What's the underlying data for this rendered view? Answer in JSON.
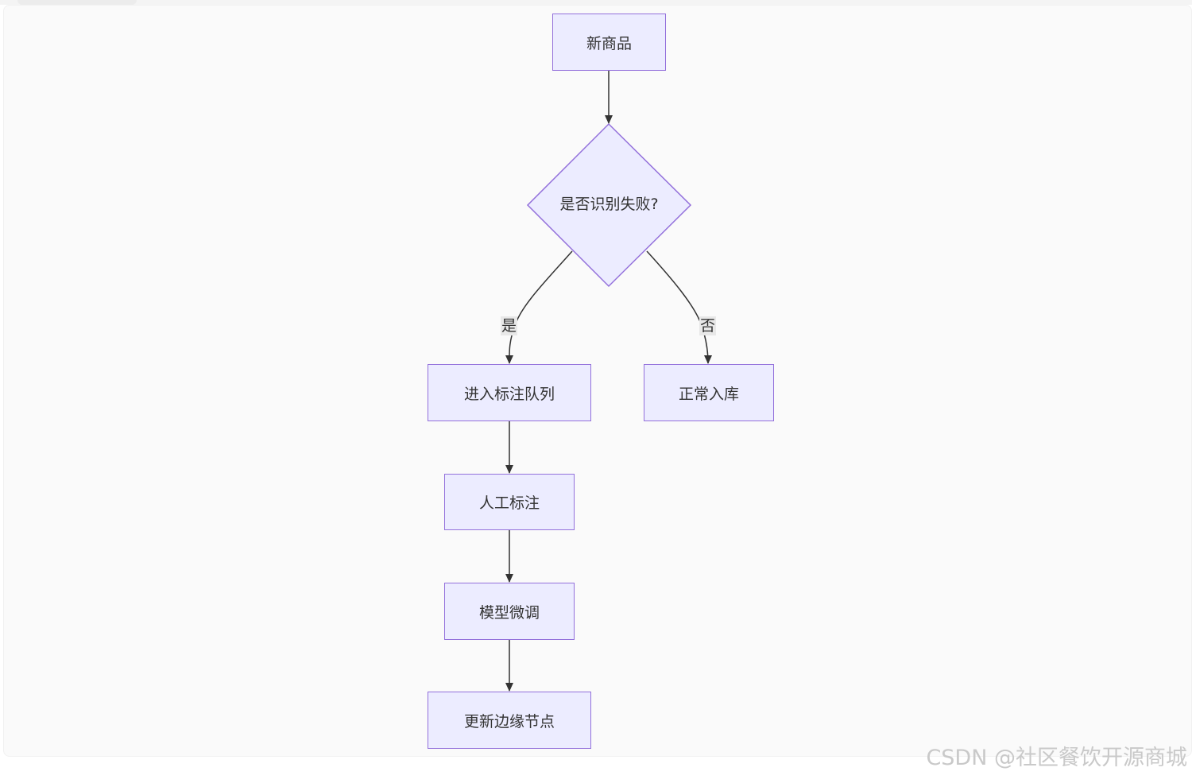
{
  "diagram": {
    "nodes": {
      "new_item": "新商品",
      "decision": "是否识别失败?",
      "enter_queue": "进入标注队列",
      "normal_storage": "正常入库",
      "manual_label": "人工标注",
      "fine_tune": "模型微调",
      "update_edge": "更新边缘节点"
    },
    "edges": {
      "yes_label": "是",
      "no_label": "否"
    }
  },
  "watermark": "CSDN @社区餐饮开源商城",
  "colors": {
    "node_fill": "#ececff",
    "node_border": "#9370db",
    "edge": "#333333",
    "text": "#333333",
    "background": "#fafafa"
  }
}
